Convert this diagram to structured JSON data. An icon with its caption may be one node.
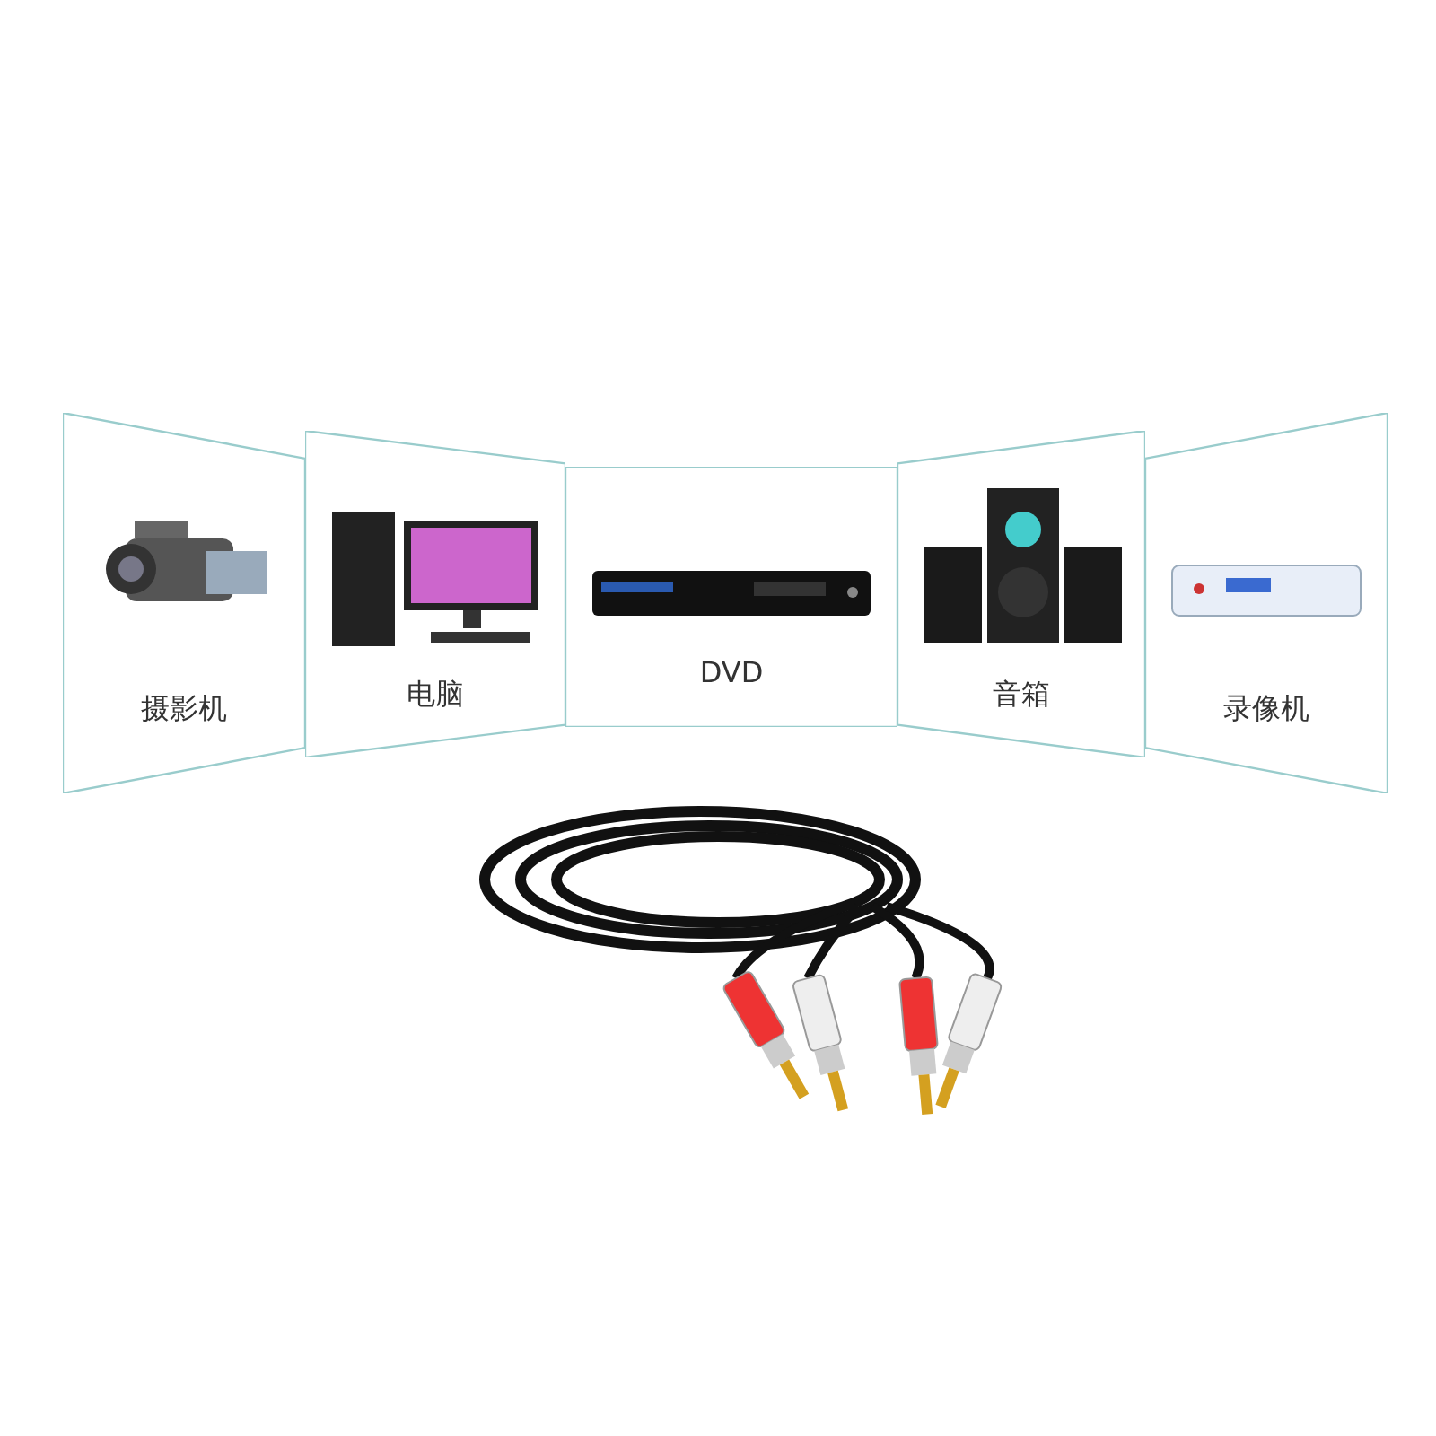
{
  "diagram": {
    "nodes": [
      {
        "text": [
          "摄影机"
        ]
      },
      {
        "text": [
          "电脑"
        ]
      },
      {
        "text": [
          "DVD"
        ]
      },
      {
        "text": [
          "音箱"
        ]
      },
      {
        "text": [
          "录像机"
        ]
      }
    ]
  }
}
